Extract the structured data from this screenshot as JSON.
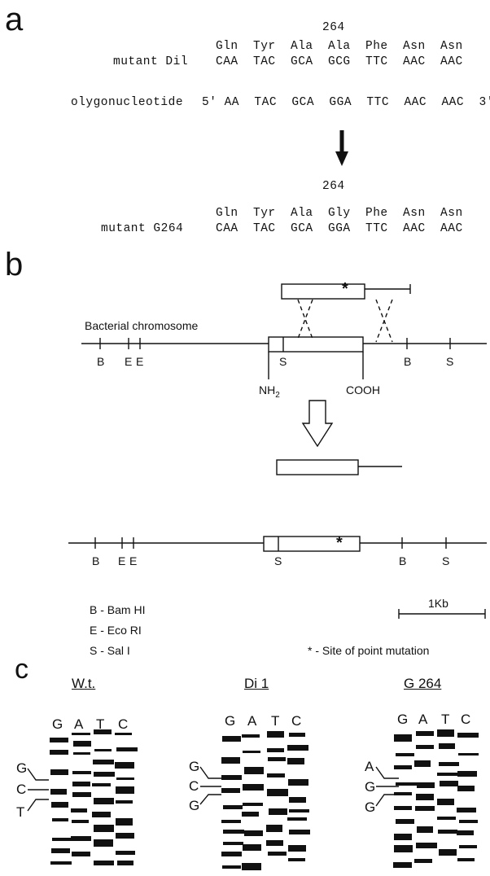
{
  "panels": {
    "a": "a",
    "b": "b",
    "c": "c"
  },
  "panel_a": {
    "position_top": "264",
    "aa_top": "Gln  Tyr  Ala  Ala  Phe  Asn  Asn",
    "mutant_top_label": "mutant Dil",
    "seq_top": "CAA  TAC  GCA  GCG  TTC  AAC  AAC",
    "oligo_label": "olygonucleotide",
    "oligo_seq": "5' AA  TAC  GCA  GGA  TTC  AAC  AAC  3'",
    "position_bottom": "264",
    "aa_bottom": "Gln  Tyr  Ala  Gly  Phe  Asn  Asn",
    "mutant_bottom_label": "mutant G264",
    "seq_bottom": "CAA  TAC  GCA  GGA  TTC  AAC  AAC"
  },
  "panel_b": {
    "chromosome_label": "Bacterial chromosome",
    "asterisk": "*",
    "sites_top": {
      "b1": "B",
      "e1": "E",
      "e2": "E",
      "s1": "S",
      "b2": "B",
      "s2": "S"
    },
    "nh2": "NH",
    "nh2_sub": "2",
    "cooh": "COOH",
    "sites_bottom": {
      "b1": "B",
      "e1": "E",
      "e2": "E",
      "s1": "S",
      "b2": "B",
      "s2": "S"
    },
    "scale_label": "1Kb",
    "legend": [
      {
        "text": "B - Bam HI"
      },
      {
        "text": "E - Eco RI"
      },
      {
        "text": "S - Sal I"
      }
    ],
    "mutation_legend": "* - Site of point mutation"
  },
  "panel_c": {
    "gels": [
      {
        "title": "W.t.",
        "lanes": [
          "G",
          "A",
          "T",
          "C"
        ],
        "marks": [
          "G",
          "C",
          "T"
        ]
      },
      {
        "title": "Di 1",
        "lanes": [
          "G",
          "A",
          "T",
          "C"
        ],
        "marks": [
          "G",
          "C",
          "G"
        ]
      },
      {
        "title": "G 264",
        "lanes": [
          "G",
          "A",
          "T",
          "C"
        ],
        "marks": [
          "A",
          "G",
          "G"
        ]
      }
    ]
  }
}
